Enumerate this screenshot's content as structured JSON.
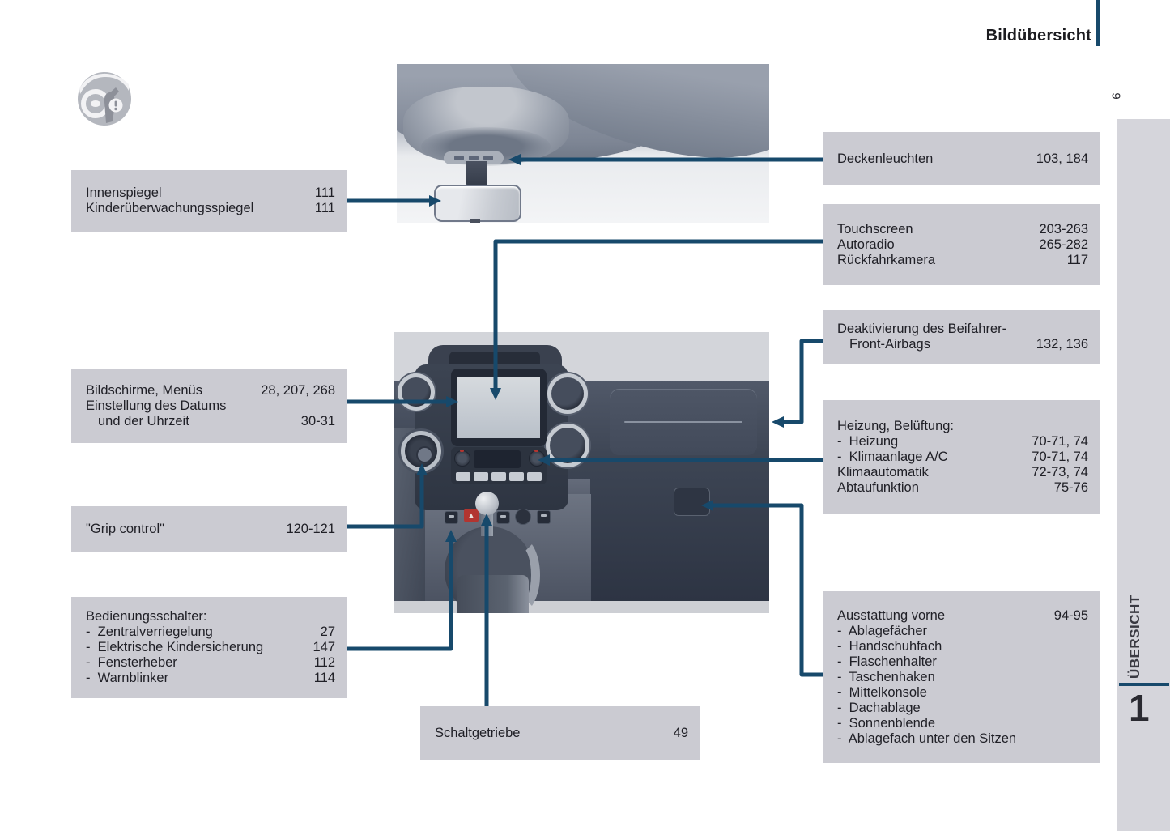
{
  "header": {
    "title": "Bildübersicht"
  },
  "sidebar": {
    "page_number": "9",
    "section_label": "ÜBERSICHT",
    "chapter_number": "1"
  },
  "icons": {
    "chapter_icon": "steering-wheel-warning-icon"
  },
  "colors": {
    "connector": "#17496b",
    "box_background": "#cbcbd2",
    "sidebar_background": "#d5d5db"
  },
  "boxes": {
    "innenspiegel": {
      "rows": [
        {
          "label": "Innenspiegel",
          "pages": "111"
        },
        {
          "label": "Kinderüberwachungsspiegel",
          "pages": "111"
        }
      ]
    },
    "bildschirme": {
      "rows": [
        {
          "label": "Bildschirme, Menüs",
          "pages": "28, 207, 268"
        },
        {
          "label": "Einstellung des Datums",
          "pages": ""
        },
        {
          "label": "und der Uhrzeit",
          "pages": "30-31"
        }
      ]
    },
    "grip_control": {
      "rows": [
        {
          "label": "\"Grip control\"",
          "pages": "120-121"
        }
      ]
    },
    "bedienungsschalter": {
      "rows": [
        {
          "label": "Bedienungsschalter:",
          "pages": ""
        },
        {
          "label": "-  Zentralverriegelung",
          "pages": "27"
        },
        {
          "label": "-  Elektrische Kindersicherung",
          "pages": "147"
        },
        {
          "label": "-  Fensterheber",
          "pages": "112"
        },
        {
          "label": "-  Warnblinker",
          "pages": "114"
        }
      ]
    },
    "schaltgetriebe": {
      "rows": [
        {
          "label": "Schaltgetriebe",
          "pages": "49"
        }
      ]
    },
    "deckenleuchten": {
      "rows": [
        {
          "label": "Deckenleuchten",
          "pages": "103, 184"
        }
      ]
    },
    "touchscreen": {
      "rows": [
        {
          "label": "Touchscreen",
          "pages": "203-263"
        },
        {
          "label": "Autoradio",
          "pages": "265-282"
        },
        {
          "label": "Rückfahrkamera",
          "pages": "117"
        }
      ]
    },
    "airbag": {
      "rows": [
        {
          "label": "Deaktivierung des Beifahrer-",
          "pages": ""
        },
        {
          "label": "Front-Airbags",
          "pages": "132, 136"
        }
      ]
    },
    "heizung": {
      "rows": [
        {
          "label": "Heizung, Belüftung:",
          "pages": ""
        },
        {
          "label": "-  Heizung",
          "pages": "70-71, 74"
        },
        {
          "label": "-  Klimaanlage A/C",
          "pages": "70-71, 74"
        },
        {
          "label": "Klimaautomatik",
          "pages": "72-73, 74"
        },
        {
          "label": "Abtaufunktion",
          "pages": "75-76"
        }
      ]
    },
    "ausstattung": {
      "rows": [
        {
          "label": "Ausstattung vorne",
          "pages": "94-95"
        },
        {
          "label": "-  Ablagefächer",
          "pages": ""
        },
        {
          "label": "-  Handschuhfach",
          "pages": ""
        },
        {
          "label": "-  Flaschenhalter",
          "pages": ""
        },
        {
          "label": "-  Taschenhaken",
          "pages": ""
        },
        {
          "label": "-  Mittelkonsole",
          "pages": ""
        },
        {
          "label": "-  Dachablage",
          "pages": ""
        },
        {
          "label": "-  Sonnenblende",
          "pages": ""
        },
        {
          "label": "-  Ablagefach unter den Sitzen",
          "pages": ""
        }
      ]
    }
  }
}
